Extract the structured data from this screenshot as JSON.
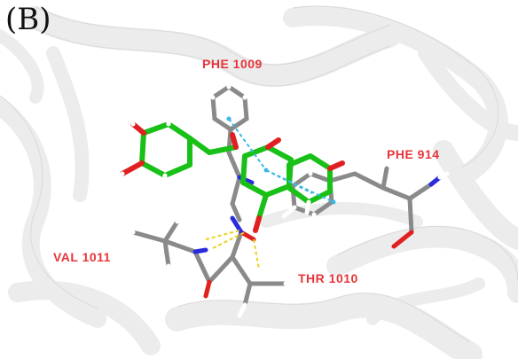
{
  "panel_label": "(B)",
  "residue_labels": {
    "phe1009": "PHE 1009",
    "phe914": "PHE 914",
    "val1011": "VAL 1011",
    "thr1010": "THR 1010"
  },
  "colors": {
    "label": "#e8343a",
    "ligand": "#18c018",
    "residue": "#8a8a8a",
    "oxygen": "#e02020",
    "nitrogen": "#2a2ae0",
    "hydrogen": "#ffffff",
    "hbond": "#e8d21a",
    "pi_stack": "#3ab8e8",
    "ribbon": "#f2f2f2"
  }
}
